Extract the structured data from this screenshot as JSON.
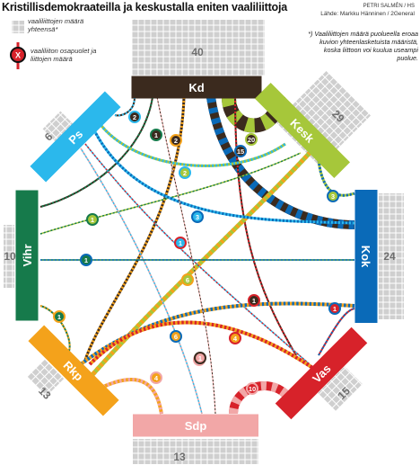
{
  "title": "Kristillisdemokraateilla ja keskustalla eniten vaaliliittoja",
  "credits": {
    "author": "PETRI SALMÉN / HS",
    "source": "Lähde: Markku Hänninen / 2General"
  },
  "note": "*) Vaaliliittojen määrä puolueella eroaa kuvion yhteenlasketuista määristä, koska liittoon voi kuulua useampi puolue.",
  "legend": {
    "total_label": "vaaliliittojen määrä yhteensä*",
    "pair_label": "vaaliliiton osapuolet ja liittojen määrä",
    "pair_symbol": "X"
  },
  "colors": {
    "Kd": "#3b2a1e",
    "Kesk": "#a6c73a",
    "Kok": "#0a6ab8",
    "Vas": "#d7222a",
    "Sdp": "#f2a7a7",
    "Rkp": "#f4a21b",
    "Vihr": "#167a4b",
    "Ps": "#2bb8ec",
    "grid": "#cfcfcf"
  },
  "parties": [
    {
      "id": "Kd",
      "label": "Kd",
      "total": "40"
    },
    {
      "id": "Kesk",
      "label": "Kesk",
      "total": "29"
    },
    {
      "id": "Kok",
      "label": "Kok",
      "total": "24"
    },
    {
      "id": "Vas",
      "label": "Vas",
      "total": "15"
    },
    {
      "id": "Sdp",
      "label": "Sdp",
      "total": "13"
    },
    {
      "id": "Rkp",
      "label": "Rkp",
      "total": "13"
    },
    {
      "id": "Vihr",
      "label": "Vihr",
      "total": "10"
    },
    {
      "id": "Ps",
      "label": "Ps",
      "total": "6"
    }
  ],
  "alliances": [
    {
      "a": "Kd",
      "b": "Kesk",
      "count": "20"
    },
    {
      "a": "Kd",
      "b": "Kok",
      "count": "15"
    },
    {
      "a": "Kd",
      "b": "Ps",
      "count": "2"
    },
    {
      "a": "Kd",
      "b": "Vihr",
      "count": "1"
    },
    {
      "a": "Kd",
      "b": "Rkp",
      "count": "2"
    },
    {
      "a": "Kd",
      "b": "Vas",
      "count": "1"
    },
    {
      "a": "Kesk",
      "b": "Ps",
      "count": "2"
    },
    {
      "a": "Kesk",
      "b": "Kok",
      "count": "3"
    },
    {
      "a": "Kesk",
      "b": "Vihr",
      "count": "1"
    },
    {
      "a": "Kesk",
      "b": "Rkp",
      "count": "6"
    },
    {
      "a": "Ps",
      "b": "Kok",
      "count": "3"
    },
    {
      "a": "Ps",
      "b": "Vas",
      "count": "1"
    },
    {
      "a": "Ps",
      "b": "Sdp",
      "count": "1"
    },
    {
      "a": "Vihr",
      "b": "Kok",
      "count": "1"
    },
    {
      "a": "Vihr",
      "b": "Kesk",
      "count": "1"
    },
    {
      "a": "Vihr",
      "b": "Rkp",
      "count": "1"
    },
    {
      "a": "Rkp",
      "b": "Kok",
      "count": "6"
    },
    {
      "a": "Rkp",
      "b": "Vas",
      "count": "4"
    },
    {
      "a": "Rkp",
      "b": "Sdp",
      "count": "4"
    },
    {
      "a": "Vas",
      "b": "Kok",
      "count": "1"
    },
    {
      "a": "Vas",
      "b": "Sdp",
      "count": "10"
    },
    {
      "a": "Sdp",
      "b": "Kd",
      "count": "1"
    }
  ]
}
